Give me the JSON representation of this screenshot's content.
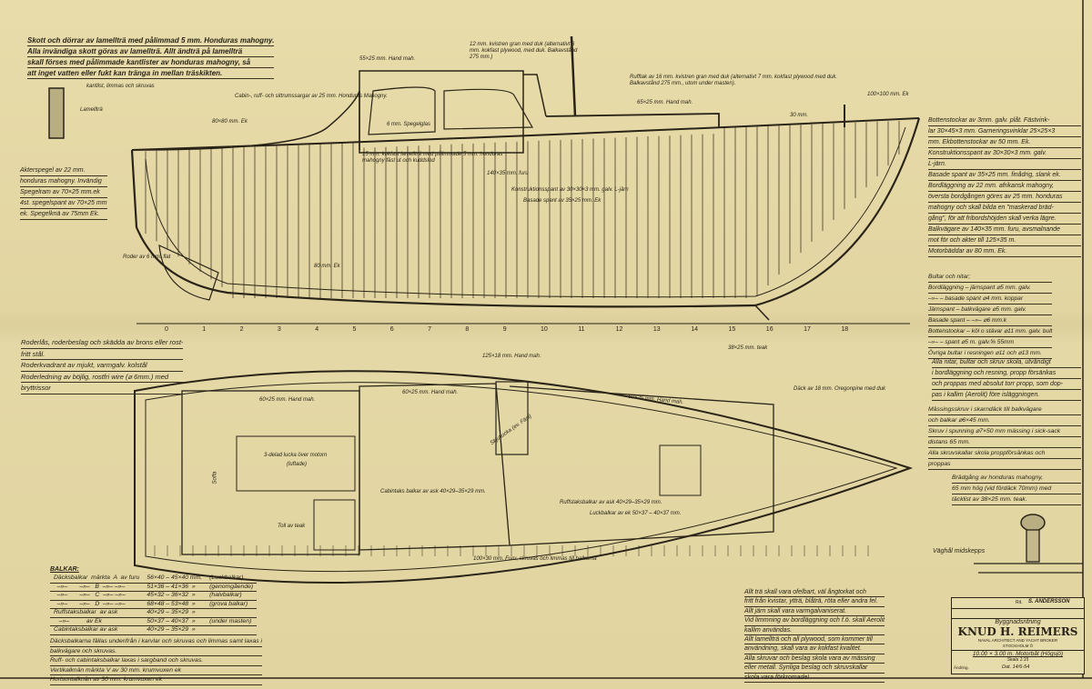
{
  "notes": {
    "top_left": [
      "Skott och dörrar av lamellträ med pålimmad 5 mm. Honduras mahogny.",
      "Alla invändiga skott göras av lamellträ. Allt ändträ på lamellträ",
      "skall förses med pålimmade kantlister av honduras mahogny, så",
      "att inget vatten eller fukt kan tränga in mellan träskikten."
    ],
    "akterspegel": [
      "Akterspegel av 22 mm.",
      "honduras mahogny. Invändig",
      "Spegelram av 70×25 mm.ek",
      "4st. spegelspant av 70×25 mm",
      "ek. Spegelknä av 75mm Ek."
    ],
    "roder": [
      "Roderlås, roderbeslag och skädda av brons eller rost-",
      "fritt stål.",
      "Roderkvadrant av mjukt, varmgalv. kolstål",
      "Roderledning av böjlig, rostfri wire (⌀ 6mm.) med",
      "bryttrissor"
    ],
    "right_spec": [
      "Bottenstockar av 3mm. galv. plåt. Fästvink-",
      "lar 30×45×3 mm. Garneringsvinklar 25×25×3",
      "mm. Ekbottenstockar av 50 mm. Ek.",
      "Konstruktionsspant av 30×30×3 mm. galv.",
      "L-järn.",
      "Basade spant av 35×25 mm. finådrig, slank ek.",
      "Bordläggning av 22 mm. afrikansk mahogny,",
      "översta bordgången göres av 25 mm. honduras",
      "mahogny och skall bilda en \"maskerad bräd-",
      "gång\", för att fribordshöjden skall verka lägre.",
      "Balkvägare av 140×35 mm. furu, avsmalnande",
      "mot för och akter till 125×35 m.",
      "Motorbäddar av 80 mm. Ek."
    ],
    "bultar": [
      "Bultar och nitar;",
      "Bordläggning – järnspant          ⌀5 mm. galv.",
      "   –»–      – basade spant        ⌀4 mm. koppar",
      "Järnspant – balkvägare            ⌀5 mm. galv.",
      "Basade spant – –»–                ⌀6 mm.k",
      "Bottenstockar – köl o stävar ⌀11 mm. galv. bult",
      "   –»–      – spant          ⌀5 m. galv.⅝ 55mm",
      "Övriga bultar i resningen ⌀11 och ⌀13 mm."
    ],
    "nitar_note": [
      "Alla nitar, bultar och skruv skola, utvändigt",
      "i bordläggning och resning, propp försänkas",
      "och proppas med absolut torr propp, som dop-",
      "pas i kallim (Aerolit) före isläggningen."
    ],
    "massing": [
      "Mässingsskruv i skarndäck till balkvägare",
      "och balkar ⌀6×45 mm.",
      "Skruv i spunning ⌀7×50 mm mässing i sick-sack",
      "distans 65 mm.",
      "Alla skruvskallar skola proppförsänkas och",
      "proppas"
    ],
    "bradgang": [
      "Brädgång av honduras mahogny,",
      "65 mm hög (vid fördäck 70mm) med",
      "täcklist av 38×25 mm. teak."
    ],
    "vaghal": "Väghål midskepps",
    "lamell_kantlist": "kantlist, limmas och skruvas",
    "lamell_label": "Lamellträ",
    "balkar_title": "BALKAR:",
    "balkar_rows": [
      [
        "Däcksbalkar  märkta  A  av furu",
        "56×40 – 45×40 mm.",
        "(Luckbalkar)"
      ],
      [
        "  –»–       –»–   B  –»– –»–",
        "51×36 – 41×36  »",
        "(genomgående)"
      ],
      [
        "  –»–       –»–   C  –»– –»–",
        "45×32 – 36×32  »",
        "(halvbalkar)"
      ],
      [
        "  –»–       –»–   D  –»– –»–",
        "68×48 – 53×48  »",
        "(grova balkar)"
      ],
      [
        "Ruffstaksbalkar  av ask",
        "40×29 – 35×29  »",
        ""
      ],
      [
        "   –»–          av Ek",
        "50×37 – 40×37  »",
        "(under masten)"
      ],
      [
        "Cabintaksbalkar av ask",
        "40×29 – 35×29  »",
        ""
      ]
    ],
    "balkar_notes": [
      "Däcksbalkarna fällas underifrån i karvlar och skruvas och limmas samt laxas i",
      "balkvägare och skruvas.",
      "Ruff- och cabintaksbalkar laxas i sargband och skruvas.",
      "Vertikalknän märkta V av 30 mm. krumvuxen ek",
      "Horisontalknän av 30 mm. krumvuxen ek"
    ],
    "bottom_mid": [
      "Allt trä skall vara ofelbart, väl ångtorkat och",
      "fritt från kvistar, ytträ, blåträ, röta eller andra fel.",
      "Allt järn skall vara varmgalvaniserat.",
      "Vid limmning av bordläggning och f.ö. skall Aerolit",
      "kallim användas.",
      "Allt lamellträ och all plywood, som kommer till",
      "användning, skall vara av kokfast kvalitet.",
      "Alla skruvar och beslag skola vara av mässing",
      "eller metall. Synliga beslag och skruvskallar",
      "skola vara förkromade!"
    ]
  },
  "labels": {
    "cabin_sarg": "Cabin-, ruff- och sittrumssargar av 25 mm. Honduras Mahogny.",
    "hand_55": "55×25 mm. Hand mah.",
    "roof_12": "12 mm. kvistren gran med duk (alternativt 6 mm. kokfast plywood, med duk. Balkavstånd 275 mm.)",
    "ruff_roof": "Rufftak av 16 mm. kvistren gran med duk (alternativt 7 mm. kokfast plywood med duk. Balkavstånd 275 mm., utom under masten).",
    "hand_65": "65×25 mm. Hand mah.",
    "post_100": "100×100 mm. Ek",
    "mm30": "30 mm.",
    "ek_80": "80×80 mm. Ek",
    "spegelglas": "6 mm. Spegelglas",
    "lamell_15": "15 mm. kokfast lamellträ med pålimmade 5 mm. honduras mahogny fäst ut och kuddslod",
    "furu_140": "140×35 mm. furu",
    "konstr": "Konstruktionsspant av 30×30×3 mm. galv. L-järn",
    "basade": "Basade spant av 35×25 mm. Ek",
    "motor_80": "80 mm. Ek",
    "roder_flat": "Roder av 6 mm. flat",
    "teak_125": "125×18 mm. Hand mah.",
    "teak_38": "38×25 mm. teak",
    "dack": "Däck av 18 mm. Oregonpine med duk",
    "hand_60a": "60×25 mm. Hand mah.",
    "hand_60b": "60×25 mm. Hand mah.",
    "hand_60c": "60×25 mm. Hand mah.",
    "skjutlucka": "Skjutlucka (ev. Fäst)",
    "lucka": "3-delad lucka över motorn",
    "luft": "(luftade)",
    "cabintak": "Cabintaks balkar av ask 40×29–35×29 mm.",
    "ruffstak": "Ruffstaksbalkar av ask 40×29–35×29 mm.",
    "lucka_balkar": "Luckbalkar av ek 50×37 – 40×37 mm.",
    "golv": "Toll av teak",
    "sofa": "Soffa",
    "kol_100": "100×30 mm. Furu, skruvas och limmas till balkarna"
  },
  "stations": [
    "0",
    "1",
    "2",
    "3",
    "4",
    "5",
    "6",
    "7",
    "8",
    "9",
    "10",
    "11",
    "12",
    "13",
    "14",
    "15",
    "16",
    "17",
    "18"
  ],
  "title_block": {
    "drawn_label": "Rit.",
    "drawn_by": "S. ANDERSSON",
    "drawing_type": "Byggnadsritning",
    "firm": "KNUD H. REIMERS",
    "firm_sub": "NAVAL ARCHITECT AND YACHT BROKER",
    "city": "STOCKHOLM Ö",
    "subject": "10.00 × 3.00 m. Motorbåt (Högsjö)",
    "scale": "Skala 1:15",
    "change_label": "Ändring.",
    "date": "Dat. 14/6-54"
  }
}
